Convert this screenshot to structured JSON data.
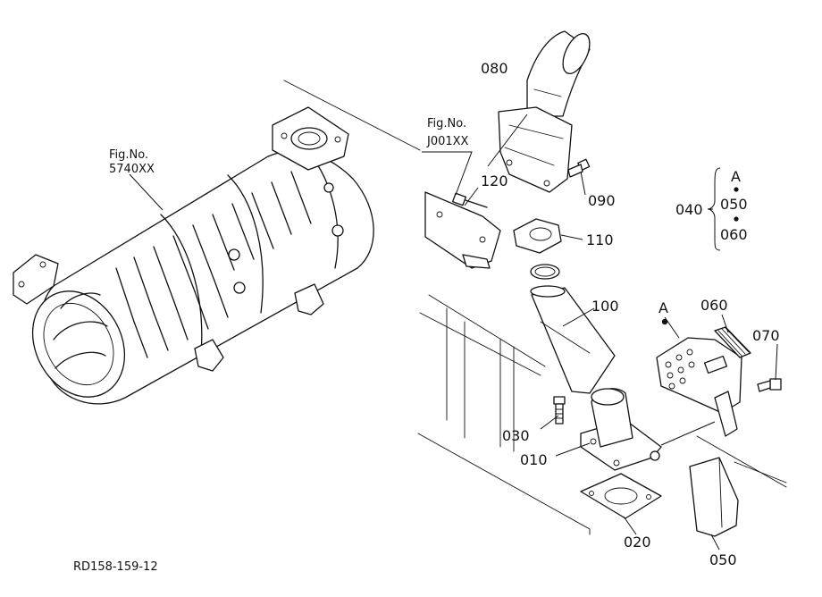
{
  "figure_code": "RD158-159-12",
  "fig_refs": [
    {
      "line1": "Fig.No.",
      "line2": "5740XX"
    },
    {
      "line1": "Fig.No.",
      "line2": "J001XX"
    }
  ],
  "parts": {
    "p010": "010",
    "p020": "020",
    "p030": "030",
    "p040": "040",
    "p050": "050",
    "p050_group": "050",
    "p060": "060",
    "p060_group": "060",
    "p070": "070",
    "p080": "080",
    "p090": "090",
    "p100": "100",
    "p110": "110",
    "p120": "120"
  },
  "callouts": {
    "a_group": "A",
    "a_bracket": "A"
  }
}
